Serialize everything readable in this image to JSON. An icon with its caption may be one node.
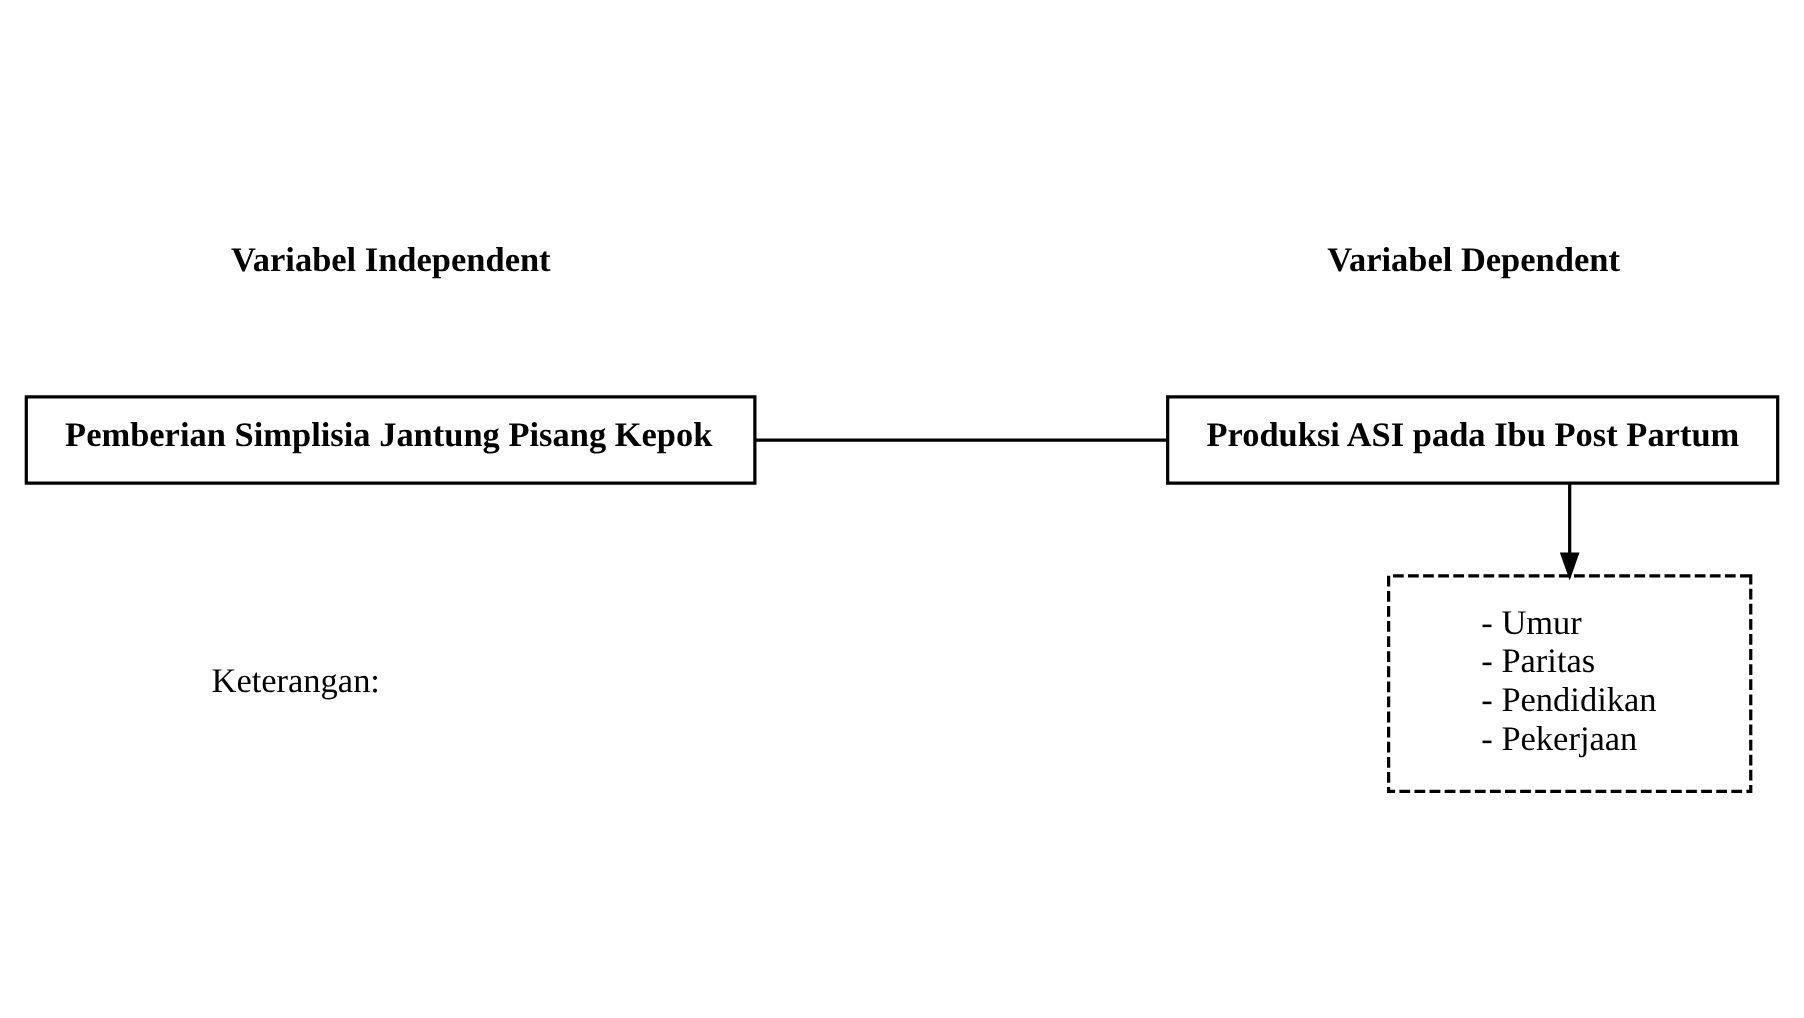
{
  "diagram": {
    "nodes": [
      {
        "text": [
          "Pemberian Simplisia Jantung Pisang Kepok"
        ]
      },
      {
        "text": [
          "Produksi ASI pada Ibu Post Partum"
        ]
      },
      {
        "text": [
          "- Umur",
          "- Paritas",
          "- Pendidikan",
          "- Pekerjaan"
        ]
      }
    ],
    "edges": [
      {
        "from": 0,
        "to": 1,
        "arrow": "none"
      },
      {
        "from": 1,
        "to": 2,
        "arrow": "to"
      }
    ],
    "labels": [
      "Variabel Independent",
      "Variabel Dependent",
      "Keterangan:"
    ]
  }
}
